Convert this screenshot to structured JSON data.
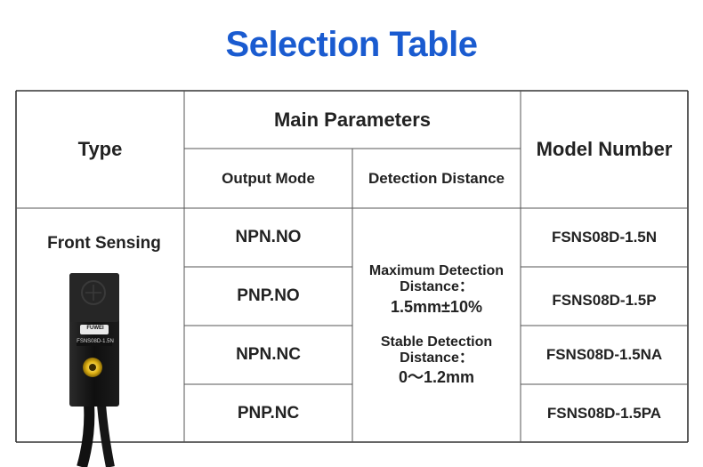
{
  "title": "Selection Table",
  "headers": {
    "type": "Type",
    "main_parameters": "Main Parameters",
    "output_mode": "Output Mode",
    "detection_distance": "Detection Distance",
    "model_number": "Model Number"
  },
  "type_value": "Front Sensing",
  "rows": [
    {
      "output": "NPN.NO",
      "model": "FSNS08D-1.5N"
    },
    {
      "output": "PNP.NO",
      "model": "FSNS08D-1.5P"
    },
    {
      "output": "NPN.NC",
      "model": "FSNS08D-1.5NA"
    },
    {
      "output": "PNP.NC",
      "model": "FSNS08D-1.5PA"
    }
  ],
  "detection": {
    "max_line1": "Maximum Detection",
    "max_line2": "Distance：",
    "max_value": "1.5mm±10%",
    "stable_line1": "Stable Detection",
    "stable_line2": "Distance：",
    "stable_value": "0～1.2mm"
  },
  "sensor_labels": {
    "brand": "FUWEI",
    "model": "FSNS08D-1.5N"
  },
  "colors": {
    "title": "#1a5bd0",
    "border": "#333333"
  }
}
